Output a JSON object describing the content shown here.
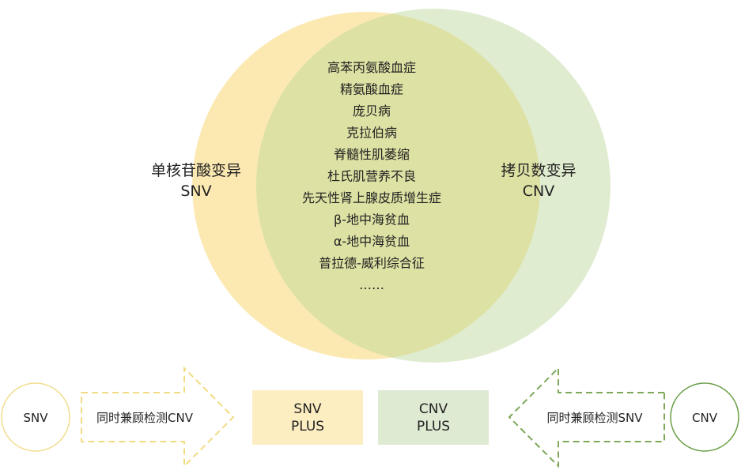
{
  "venn": {
    "left": {
      "title": "单核苷酸变异",
      "subtitle": "SNV",
      "color": "#fce9b2"
    },
    "right": {
      "title": "拷贝数变异",
      "subtitle": "CNV",
      "color": "#dfeccf"
    },
    "overlap_color": "#dde1a3",
    "diseases": [
      "高苯丙氨酸血症",
      "精氨酸血症",
      "庞贝病",
      "克拉伯病",
      "脊髓性肌萎缩",
      "杜氏肌营养不良",
      "先天性肾上腺皮质增生症",
      "β-地中海贫血",
      "α-地中海贫血",
      "普拉德-威利综合征",
      "……"
    ]
  },
  "bottom": {
    "left_circle": {
      "label": "SNV",
      "stroke": "#f2dd8e"
    },
    "left_arrow": {
      "label": "同时兼顾检测CNV",
      "stroke": "#f1dc82"
    },
    "snv_plus": {
      "line1": "SNV",
      "line2": "PLUS",
      "color": "#fdeec2"
    },
    "cnv_plus": {
      "line1": "CNV",
      "line2": "PLUS",
      "color": "#dfead3"
    },
    "right_arrow": {
      "label": "同时兼顾检测SNV",
      "stroke": "#7ea85a"
    },
    "right_circle": {
      "label": "CNV",
      "stroke": "#6a9f47"
    }
  }
}
